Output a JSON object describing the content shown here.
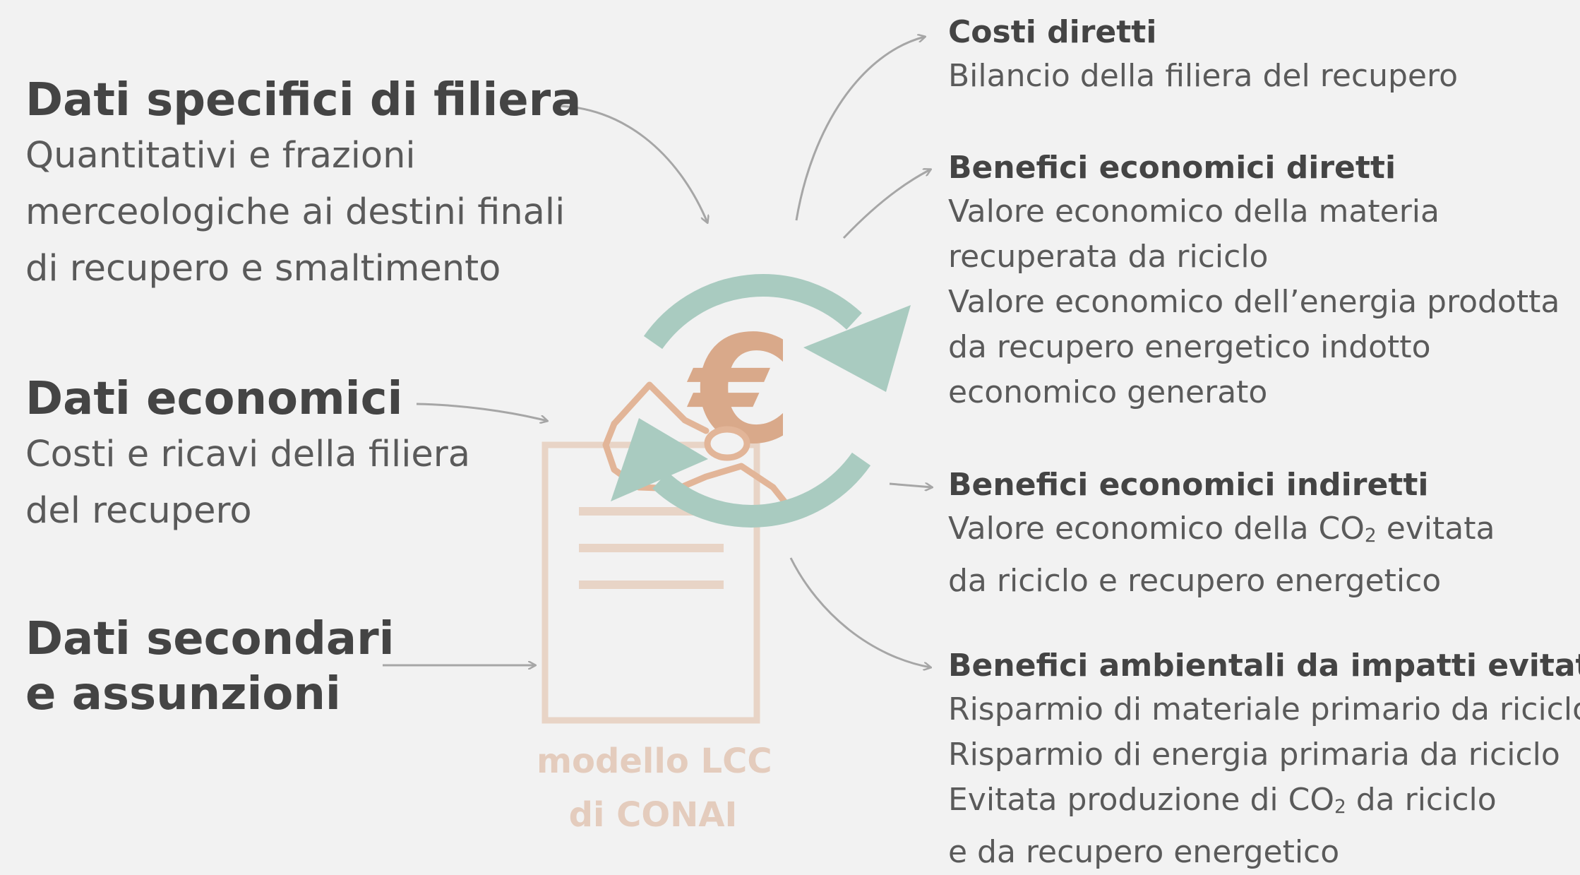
{
  "inputs": [
    {
      "title": "Dati specifici di filiera",
      "lines": [
        "Quantitativi e frazioni",
        "merceologiche ai destini finali",
        "di recupero e smaltimento"
      ]
    },
    {
      "title": "Dati economici",
      "lines": [
        "Costi e ricavi della filiera",
        "del recupero"
      ]
    },
    {
      "title_lines": [
        "Dati secondari",
        "e assunzioni"
      ]
    }
  ],
  "model": {
    "label_lines": [
      "modello LCC",
      "di CONAI"
    ]
  },
  "outputs": [
    {
      "title": "Costi diretti",
      "lines": [
        "Bilancio della filiera del recupero"
      ]
    },
    {
      "title": "Benefici economici diretti",
      "lines": [
        "Valore economico della materia",
        "recuperata da riciclo",
        "Valore economico dell’energia prodotta",
        "da recupero energetico indotto",
        "economico generato"
      ]
    },
    {
      "title": "Benefici economici indiretti",
      "line1_pre": "Valore economico della CO",
      "line1_sub": "2",
      "line1_post": " evitata",
      "line2": "da riciclo e recupero energetico"
    },
    {
      "title": "Benefici ambientali da impatti evitati",
      "line1": "Risparmio di materiale primario da riciclo",
      "line2": "Risparmio di energia primaria da riciclo",
      "line3_pre": "Evitata produzione di CO",
      "line3_sub": "2",
      "line3_post": " da riciclo",
      "line4": "e da recupero energetico"
    }
  ],
  "colors": {
    "background": "#f2f2f2",
    "arrow": "#a6a6a6",
    "cycle": "#a9cbc0",
    "euro": "#d9a98a",
    "document": "#e8d4c6",
    "model_label": "#e4ccbd"
  },
  "icons": [
    "document-icon",
    "cycle-arrows-icon",
    "euro-icon",
    "hand-icon"
  ]
}
